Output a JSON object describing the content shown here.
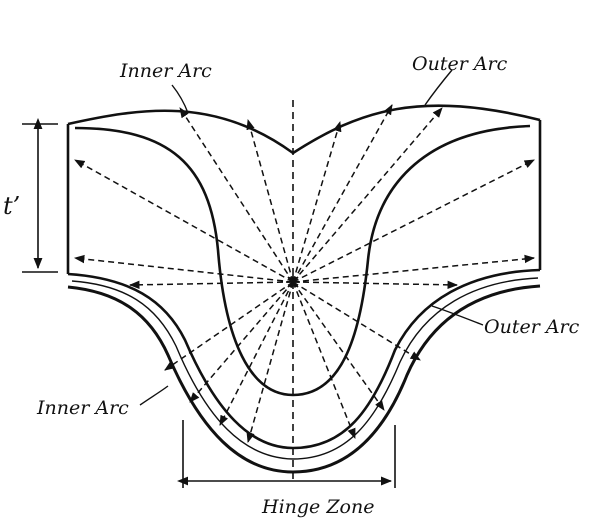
{
  "labels": {
    "inner_arc_top": "Inner Arc",
    "outer_arc_top": "Outer Arc",
    "thickness": "t’",
    "outer_arc_right": "Outer Arc",
    "inner_arc_left": "Inner Arc",
    "hinge_zone": "Hinge Zone"
  },
  "colors": {
    "line": "#111111",
    "paper": "#ffffff"
  }
}
